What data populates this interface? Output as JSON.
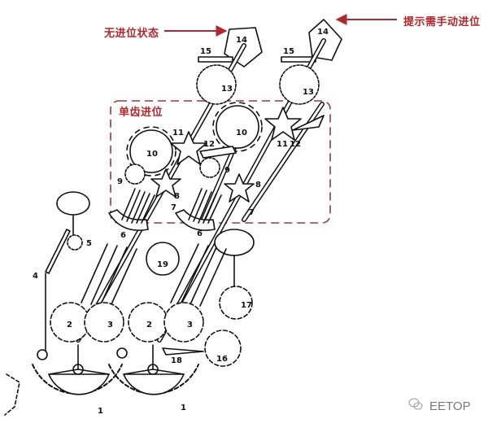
{
  "diagram": {
    "subject": "Mechanical calculator carry mechanism",
    "annotations": {
      "no_carry_state": "无进位状态",
      "manual_carry_hint": "提示需手动进位",
      "single_tooth_carry": "单齿进位"
    },
    "annotation_color": "#b0272d",
    "part_labels": {
      "p1": "1",
      "p2": "2",
      "p3": "3",
      "p4": "4",
      "p5": "5",
      "p6": "6",
      "p7": "7",
      "p8": "8",
      "p9": "9",
      "p10": "10",
      "p11": "11",
      "p12": "12",
      "p13": "13",
      "p14": "14",
      "p15": "15",
      "p16": "16",
      "p17": "17",
      "p18": "18",
      "p19": "19"
    }
  },
  "watermark": {
    "icon": "wechat-icon",
    "text": "EETOP"
  }
}
